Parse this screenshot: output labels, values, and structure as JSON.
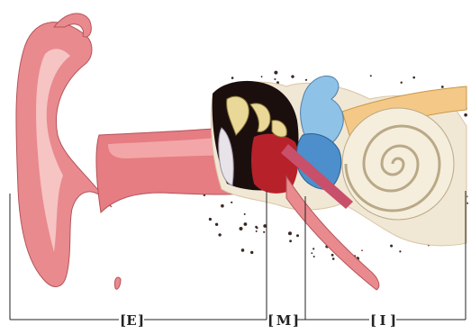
{
  "labels": {
    "outer": "E",
    "middle": "M",
    "inner": "I"
  },
  "colors": {
    "auricle": "#e98a8e",
    "auricle_light": "#f6c4c3",
    "canal": "#e67d83",
    "canal_light": "#f3a6a8",
    "bone": "#f1e7d5",
    "bone_shadow": "#d9c6a6",
    "ossicle": "#e9d898",
    "cavity": "#1b0f0e",
    "middle_ear": "#b7212a",
    "semicircular": "#8fc2e7",
    "vestibule": "#4c8fcc",
    "cochlea": "#f6eedc",
    "cochlea_line": "#b9a987",
    "nerve": "#f4c987",
    "tube": "#c8506a",
    "speckle": "#3a2820",
    "bracket": "#222222"
  }
}
